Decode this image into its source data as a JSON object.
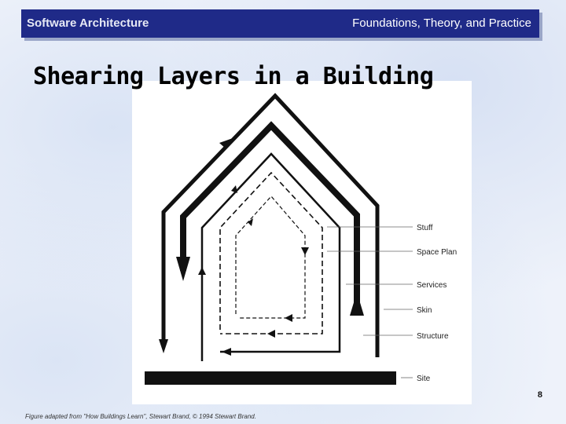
{
  "header": {
    "left_title": "Software Architecture",
    "right_title": "Foundations, Theory, and Practice"
  },
  "slide": {
    "title": "Shearing Layers in a Building",
    "number": "8",
    "caption": "Figure adapted from \"How Buildings Learn\", Stewart Brand, © 1994 Stewart Brand."
  },
  "diagram": {
    "layers": [
      {
        "label": "Stuff"
      },
      {
        "label": "Space Plan"
      },
      {
        "label": "Services"
      },
      {
        "label": "Skin"
      },
      {
        "label": "Structure"
      },
      {
        "label": "Site"
      }
    ]
  },
  "colors": {
    "header_bg": "#1f2a88",
    "header_text": "#ffffff"
  }
}
